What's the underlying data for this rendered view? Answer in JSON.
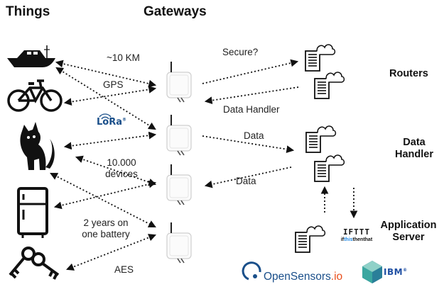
{
  "headers": {
    "things": "Things",
    "gateways": "Gateways"
  },
  "right_labels": {
    "routers": "Routers",
    "data_handler": [
      "Data",
      "Handler"
    ],
    "application_server": [
      "Application",
      "Server"
    ]
  },
  "link_labels": {
    "range": "~10 KM",
    "gps": "GPS",
    "devices": [
      "10.000",
      "devices"
    ],
    "battery": [
      "2 years on",
      "one battery"
    ],
    "aes": "AES",
    "secure": "Secure?",
    "data_handler": "Data Handler",
    "data1": "Data",
    "data2": "Data"
  },
  "logos": {
    "lora": "LoRa",
    "lora_mark": "®",
    "ifttt_top": "IFTTT",
    "ifttt_sub": [
      "if",
      "this",
      "then",
      "that"
    ],
    "opensensors": "OpenSensors",
    "opensensors_tld": ".io",
    "ibm": "IBM",
    "ibm_mark": "®"
  },
  "things": [
    "boat-icon",
    "bicycle-icon",
    "cat-icon",
    "fridge-icon",
    "keys-icon"
  ],
  "colors": {
    "line": "#111111",
    "lora": "#1a4f8a",
    "ifttt_accent": "#1e88e5",
    "opensensors": "#1a4f8a",
    "opensensors_io": "#e94e1b",
    "ibm": "#1f4fa3",
    "ibm_cube": "#3aa7a0"
  }
}
